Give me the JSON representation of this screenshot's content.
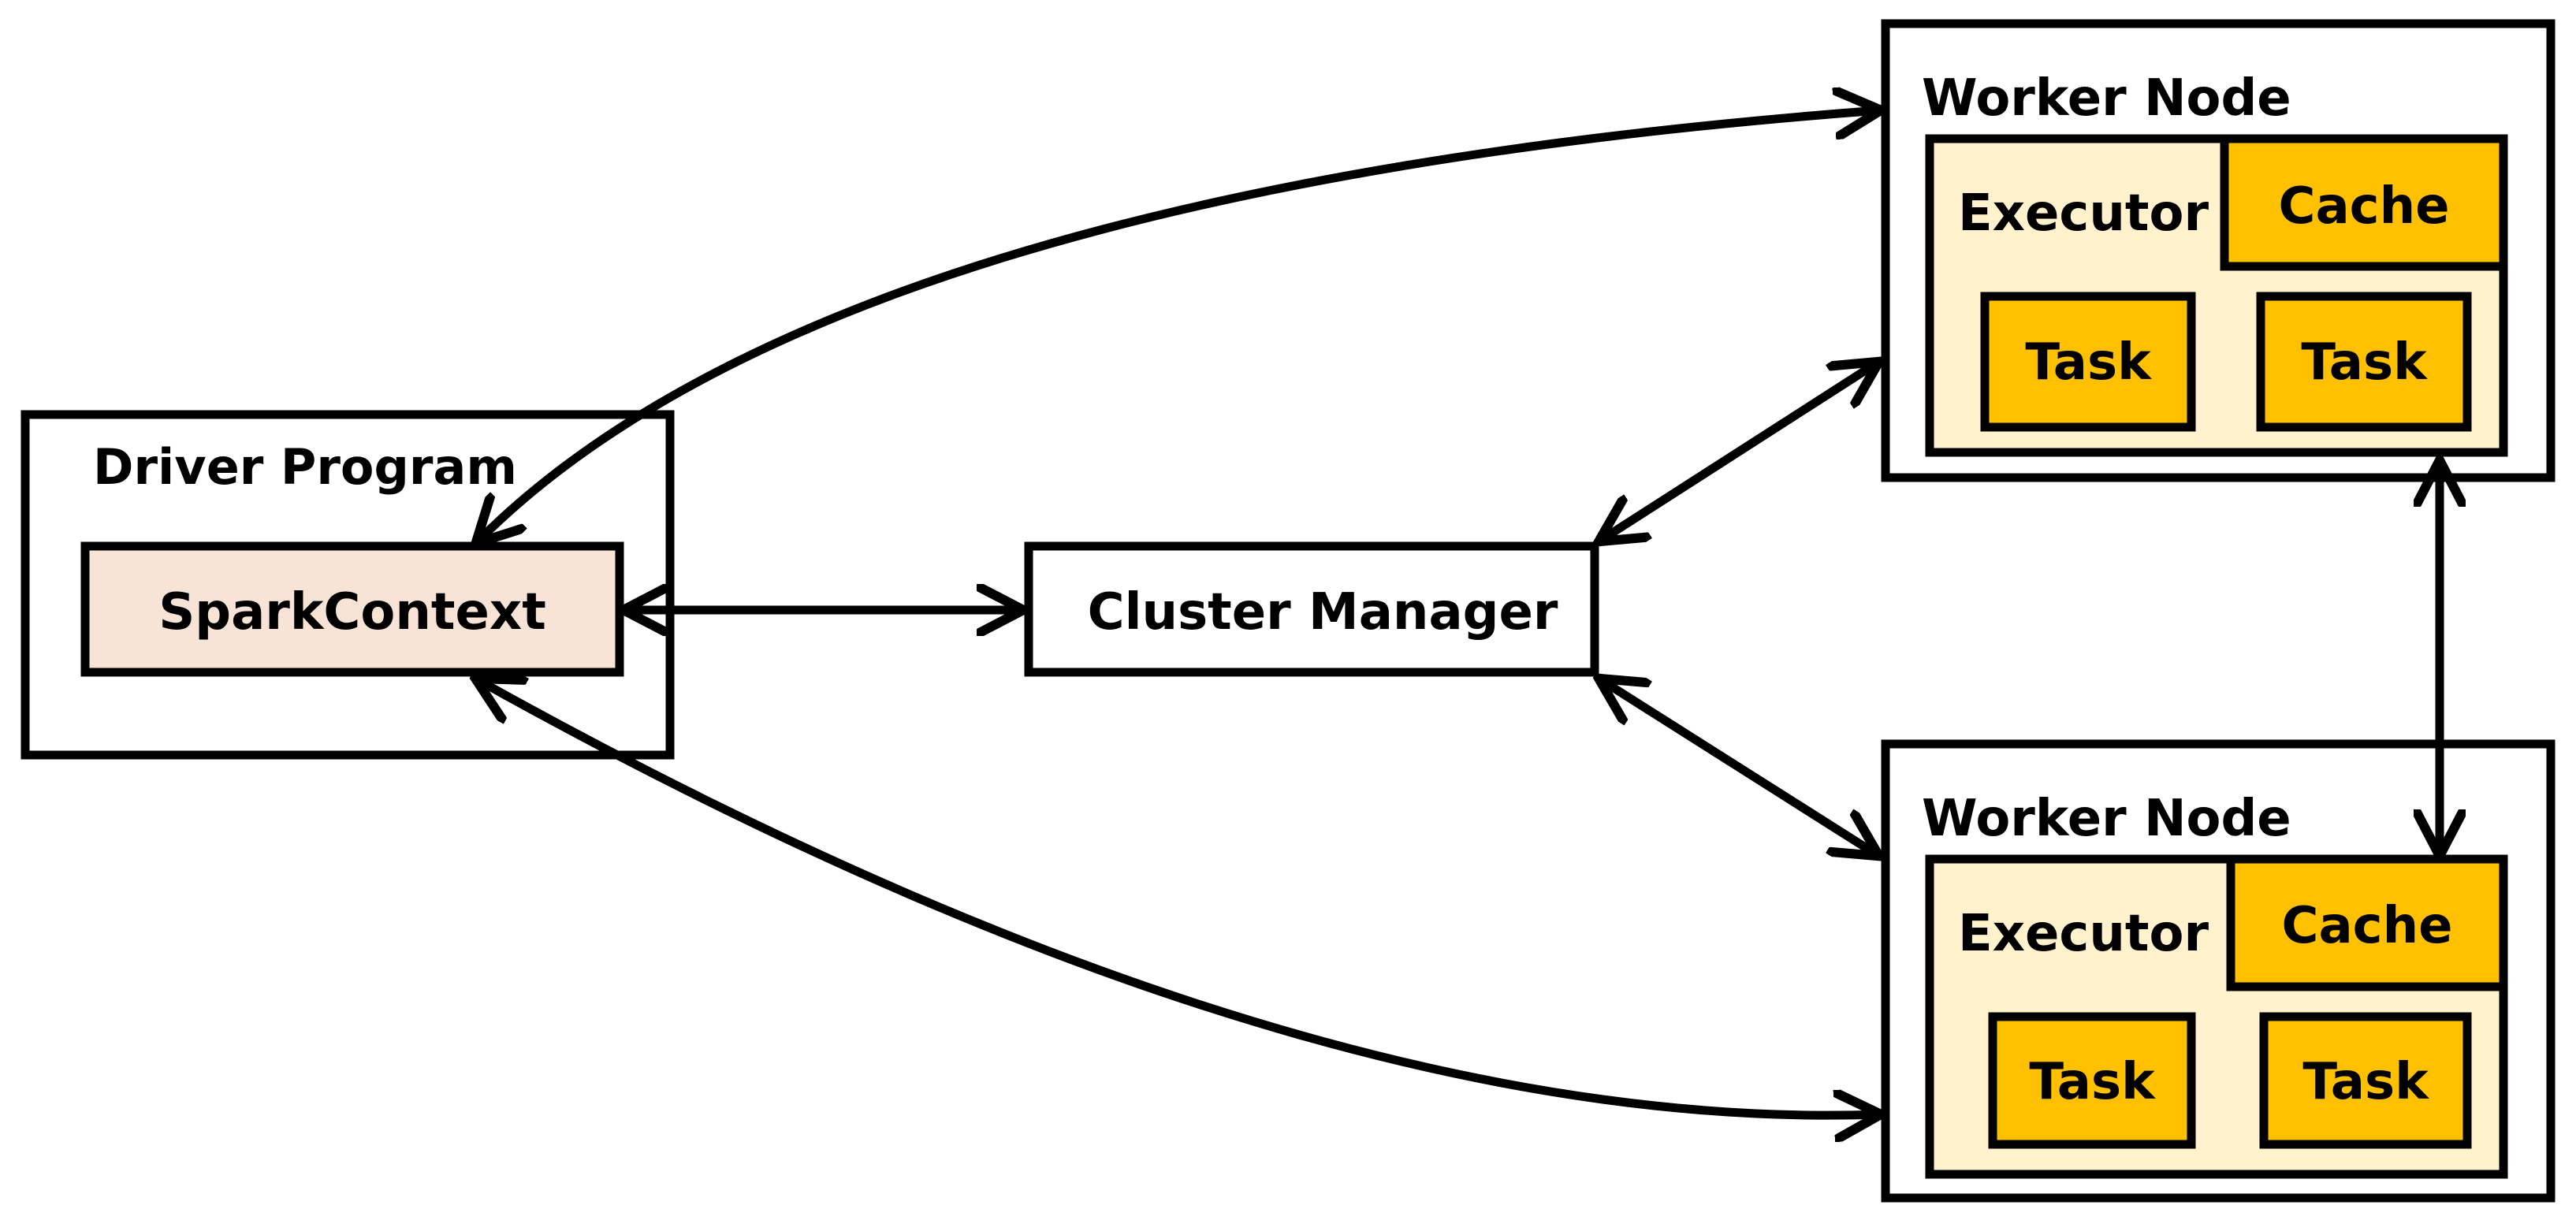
{
  "colors": {
    "outline": "#000000",
    "background": "#ffffff",
    "spark_context_fill": "#f8e4d6",
    "executor_fill": "#fff2cc",
    "cache_task_fill": "#ffc000"
  },
  "driver": {
    "title": "Driver Program",
    "context_label": "SparkContext"
  },
  "cluster_manager": {
    "label": "Cluster Manager"
  },
  "worker_nodes": [
    {
      "title": "Worker Node",
      "executor_label": "Executor",
      "cache_label": "Cache",
      "tasks": [
        "Task",
        "Task"
      ]
    },
    {
      "title": "Worker Node",
      "executor_label": "Executor",
      "cache_label": "Cache",
      "tasks": [
        "Task",
        "Task"
      ]
    }
  ]
}
